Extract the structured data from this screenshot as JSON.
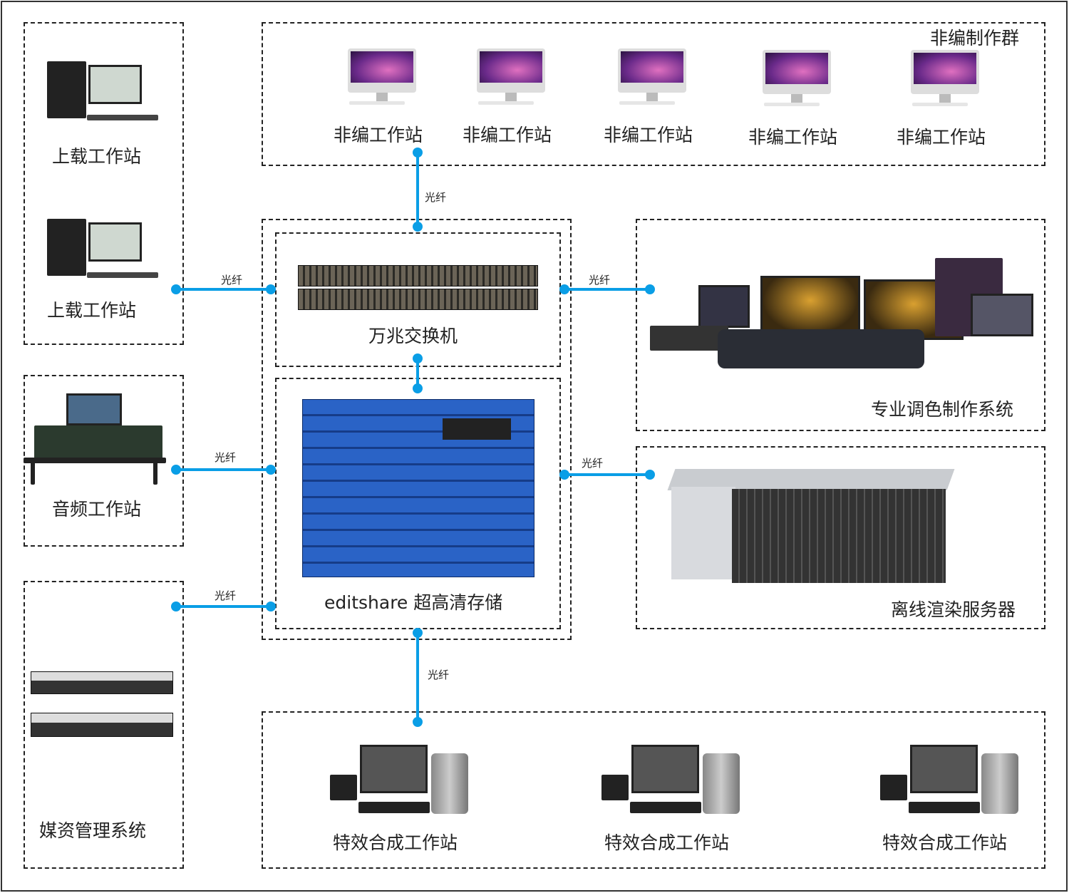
{
  "diagram": {
    "group_title": "非编制作群",
    "nle_stations": [
      "非编工作站",
      "非编工作站",
      "非编工作站",
      "非编工作站",
      "非编工作站"
    ],
    "upload_stations": [
      "上载工作站",
      "上载工作站"
    ],
    "audio_station": "音频工作站",
    "mam_system": "媒资管理系统",
    "switch": "万兆交换机",
    "storage": "editshare 超高清存储",
    "grading_system": "专业调色制作系统",
    "render_server": "离线渲染服务器",
    "vfx_stations": [
      "特效合成工作站",
      "特效合成工作站",
      "特效合成工作站"
    ],
    "link_label": "光纤",
    "link_color": "#0a9ee6"
  }
}
